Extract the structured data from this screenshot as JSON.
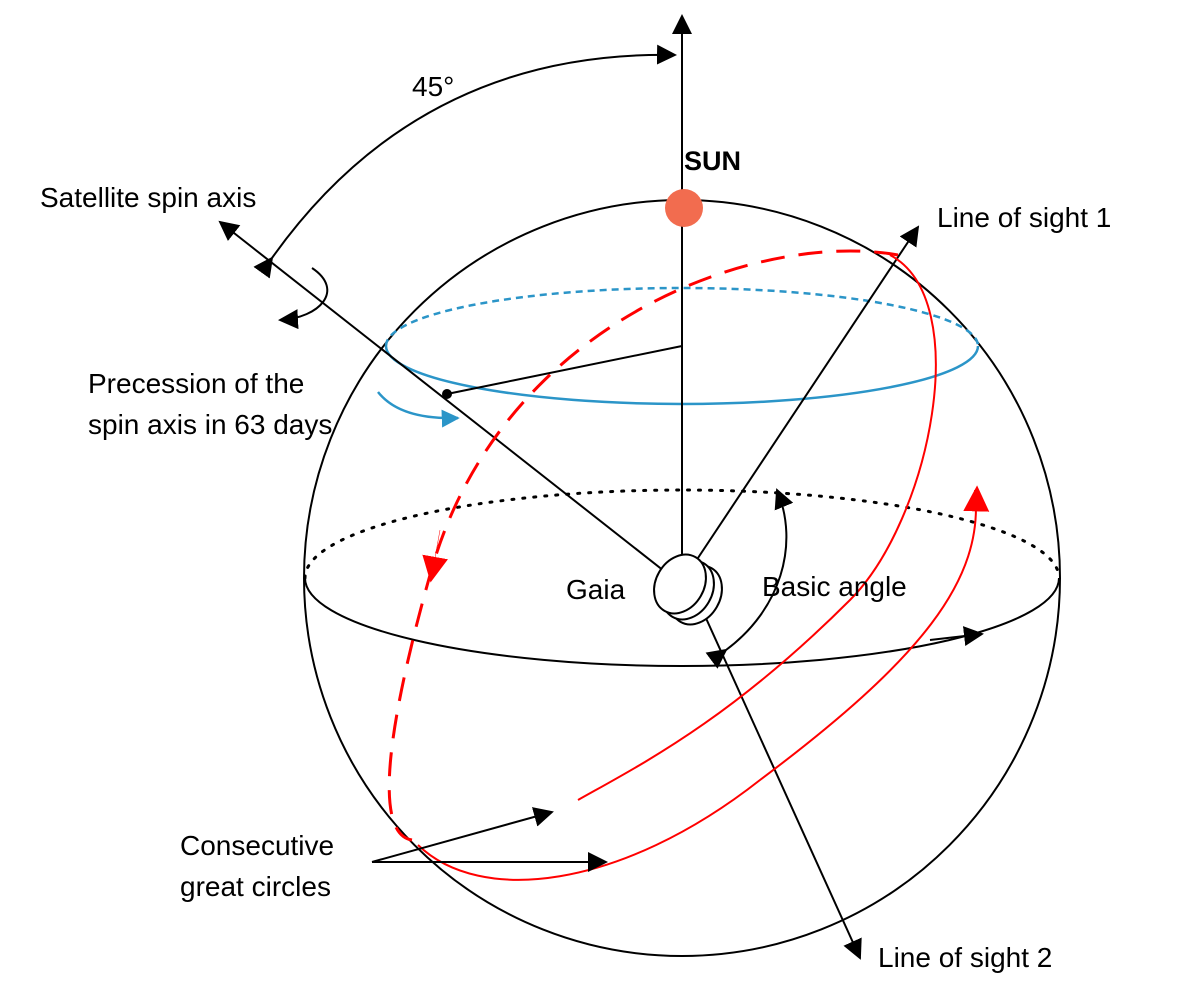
{
  "labels": {
    "angle": "45°",
    "sun": "SUN",
    "spin_axis": "Satellite spin axis",
    "los1": "Line of sight 1",
    "precession_line1": "Precession of the",
    "precession_line2": "spin axis in 63 days",
    "gaia": "Gaia",
    "basic_angle": "Basic angle",
    "great_circles_line1": "Consecutive",
    "great_circles_line2": "great circles",
    "los2": "Line of sight 2"
  },
  "colors": {
    "line": "#000000",
    "sun": "#f26c4f",
    "precession": "#2b95c8",
    "great_circle": "#ff0000",
    "background": "#ffffff"
  }
}
